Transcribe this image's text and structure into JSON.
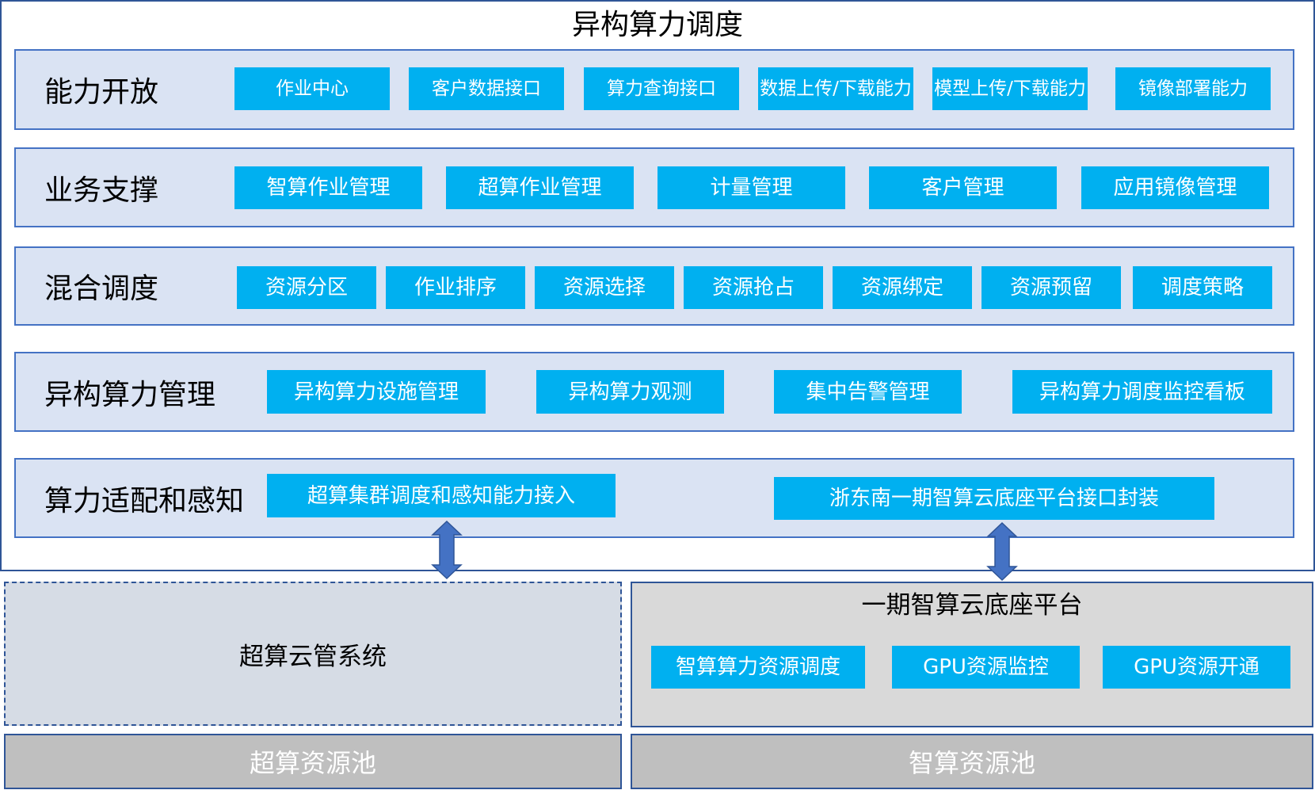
{
  "title": "异构算力调度",
  "colors": {
    "button_bg": "#00B0F0",
    "button_text": "#FFFFFF",
    "row_bg": "#DAE3F3",
    "row_border": "#4472C4",
    "outer_border": "#2F5597",
    "cloud_mgmt_bg": "#D6DCE5",
    "platform_bg": "#D9D9D9",
    "pool_bg": "#BFBFBF",
    "arrow": "#4472C4"
  },
  "layers": [
    {
      "label": "能力开放",
      "items": [
        "作业中心",
        "客户数据接口",
        "算力查询接口",
        "数据上传/下载能力",
        "模型上传/下载能力",
        "镜像部署能力"
      ]
    },
    {
      "label": "业务支撑",
      "items": [
        "智算作业管理",
        "超算作业管理",
        "计量管理",
        "客户管理",
        "应用镜像管理"
      ]
    },
    {
      "label": "混合调度",
      "items": [
        "资源分区",
        "作业排序",
        "资源选择",
        "资源抢占",
        "资源绑定",
        "资源预留",
        "调度策略"
      ]
    },
    {
      "label": "异构算力管理",
      "items": [
        "异构算力设施管理",
        "异构算力观测",
        "集中告警管理",
        "异构算力调度监控看板"
      ]
    },
    {
      "label": "算力适配和感知",
      "items": [
        "超算集群调度和感知能力接入",
        "浙东南一期智算云底座平台接口封装"
      ]
    }
  ],
  "bottom": {
    "supercomputing_cloud": {
      "label": "超算云管系统"
    },
    "ai_platform": {
      "title": "一期智算云底座平台",
      "items": [
        "智算算力资源调度",
        "GPU资源监控",
        "GPU资源开通"
      ]
    },
    "pools": [
      "超算资源池",
      "智算资源池"
    ]
  },
  "connectors": [
    {
      "icon": "double-arrow-vertical",
      "from": "超算集群调度和感知能力接入",
      "to": "超算云管系统"
    },
    {
      "icon": "double-arrow-vertical",
      "from": "浙东南一期智算云底座平台接口封装",
      "to": "一期智算云底座平台"
    }
  ]
}
